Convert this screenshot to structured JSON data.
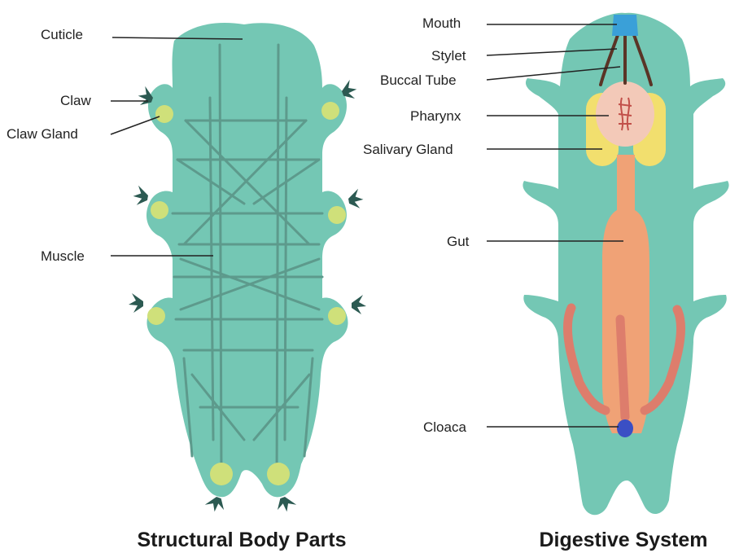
{
  "colors": {
    "body": "#74c7b4",
    "claw": "#2c5a52",
    "claw_gland": "#cfe07a",
    "muscle": "#5d9a8c",
    "mouth": "#3aa0d8",
    "pharynx": "#f3c9b8",
    "salivary_gland": "#f2df6e",
    "gut": "#f0a276",
    "gonad": "#dd7d6c",
    "cloaca": "#3b4fc4",
    "stylet": "#5a3426"
  },
  "structural": {
    "caption": "Structural Body Parts",
    "labels": {
      "cuticle": "Cuticle",
      "claw": "Claw",
      "claw_gland": "Claw Gland",
      "muscle": "Muscle"
    }
  },
  "digestive": {
    "caption": "Digestive System",
    "labels": {
      "mouth": "Mouth",
      "stylet": "Stylet",
      "buccal_tube": "Buccal Tube",
      "pharynx": "Pharynx",
      "salivary_gland": "Salivary Gland",
      "gut": "Gut",
      "cloaca": "Cloaca"
    }
  }
}
